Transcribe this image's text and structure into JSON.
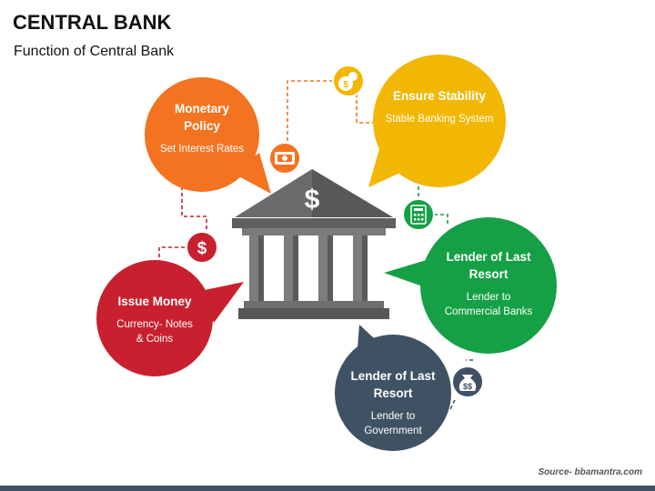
{
  "header": {
    "title": "CENTRAL BANK",
    "subtitle": "Function of Central Bank"
  },
  "functions": [
    {
      "heading": "Monetary Policy",
      "description": "Set Interest Rates",
      "color": "#f47321",
      "icon": "banknote-icon"
    },
    {
      "heading": "Ensure Stability",
      "description": "Stable Banking System",
      "color": "#f2b705",
      "icon": "coin-bag-icon"
    },
    {
      "heading": "Lender of Last Resort",
      "description": "Lender to Commercial Banks",
      "color": "#16a045",
      "icon": "calculator-icon"
    },
    {
      "heading": "Lender of Last Resort",
      "description": "Lender to Government",
      "color": "#3f5263",
      "icon": "money-bag-icon"
    },
    {
      "heading": "Issue Money",
      "description": "Currency- Notes & Coins",
      "color": "#c8202e",
      "icon": "dollar-icon"
    }
  ],
  "center": {
    "icon": "bank-building-icon",
    "symbol": "$",
    "color": "#6e6e6e"
  },
  "footer": {
    "source": "Source- bbamantra.com"
  }
}
